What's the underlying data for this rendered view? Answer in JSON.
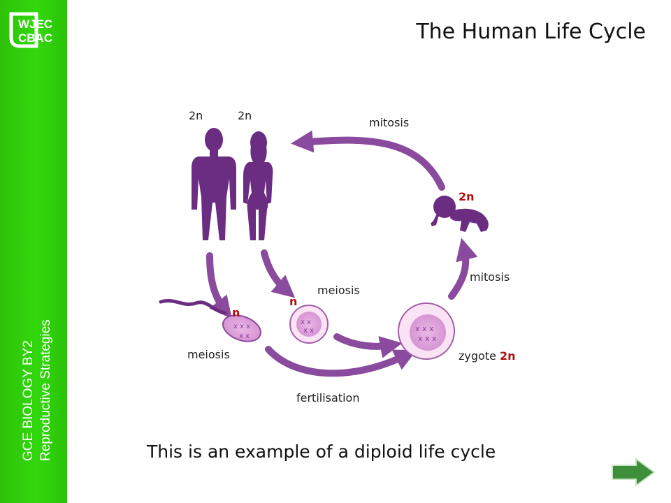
{
  "slide": {
    "title": "The Human Life Cycle",
    "caption": "This is an example of a diploid life cycle"
  },
  "sidebar": {
    "logo_line1": "WJEC",
    "logo_line2": "CBAC",
    "course": "GCE BIOLOGY BY2",
    "topic": "Reproductive Strategies"
  },
  "diagram": {
    "male_ploidy": "2n",
    "female_ploidy": "2n",
    "baby_ploidy": "2n",
    "sperm_ploidy": "n",
    "egg_ploidy": "n",
    "mitosis_top": "mitosis",
    "mitosis_right": "mitosis",
    "meiosis_egg": "meiosis",
    "meiosis_sperm": "meiosis",
    "fertilisation": "fertilisation",
    "zygote_label": "zygote",
    "zygote_ploidy": "2n"
  },
  "colors": {
    "sidebar_green": "#32d80c",
    "diagram_purple": "#6b2d82",
    "arrow_purple": "#8a4a9e",
    "ploidy_red": "#b01010",
    "next_arrow_green": "#3e8e3a"
  },
  "icons": {
    "logo": "wjec-logo",
    "next": "next-arrow-icon"
  }
}
